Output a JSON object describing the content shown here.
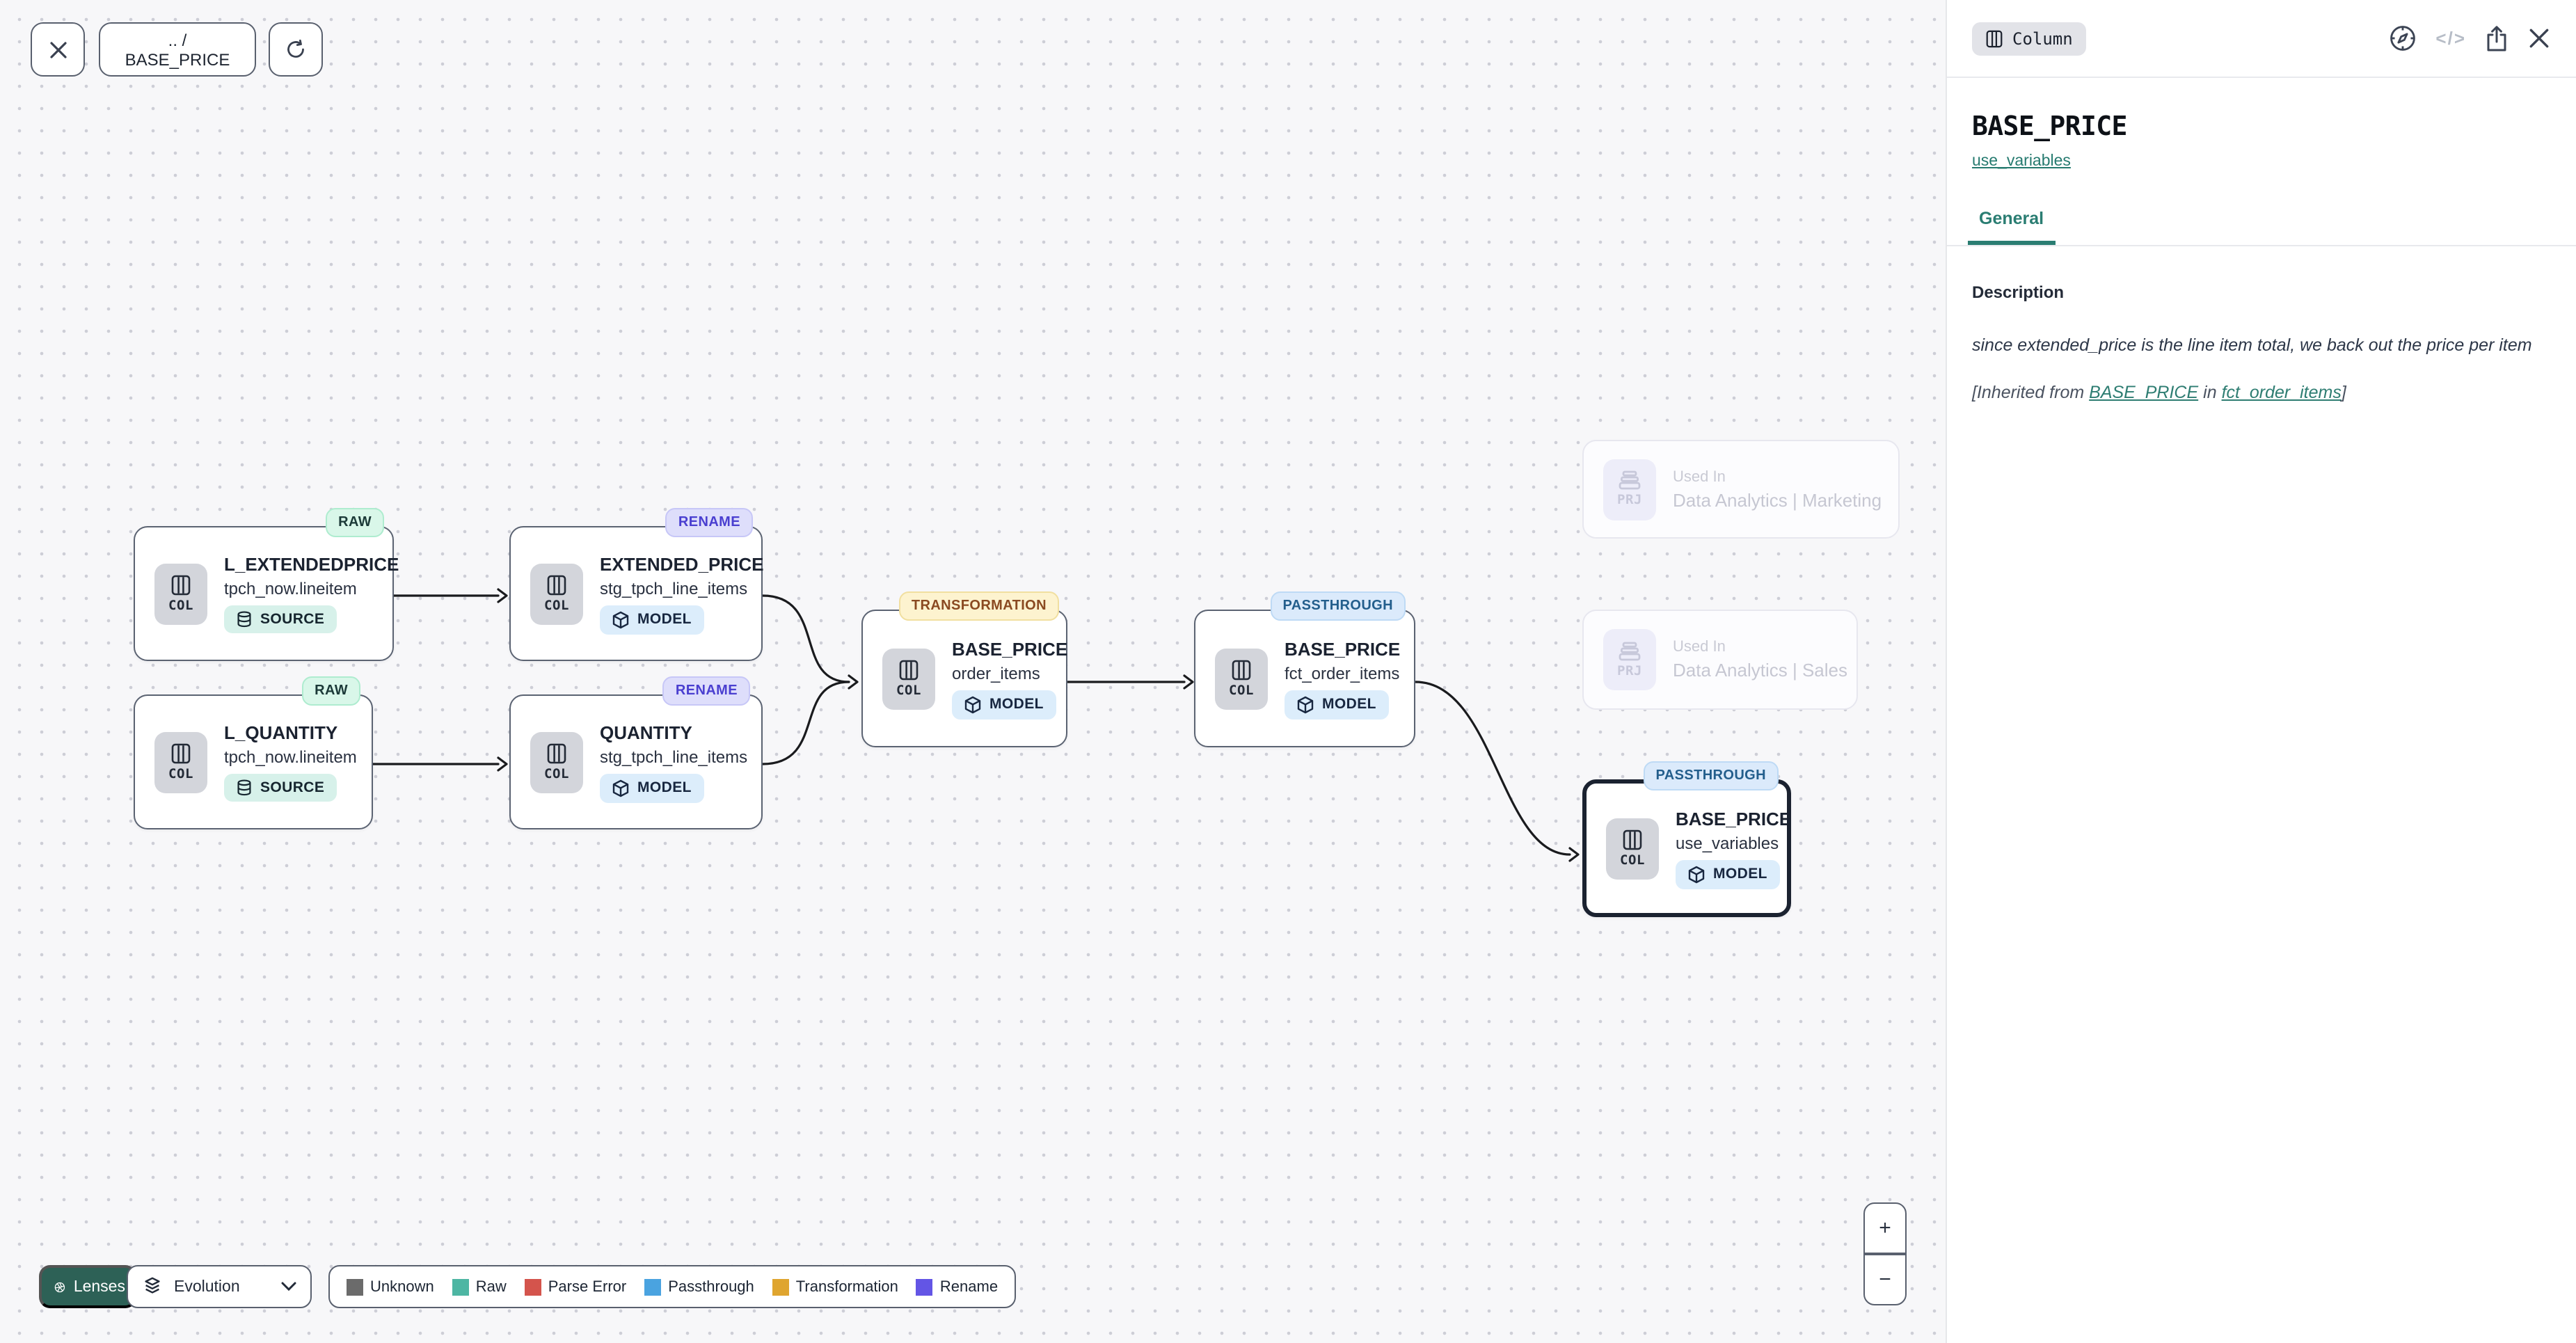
{
  "toolbar": {
    "breadcrumb": ".. / BASE_PRICE"
  },
  "labels": {
    "col": "COL",
    "prj": "PRJ",
    "used_in": "Used In"
  },
  "canvas": {
    "nodes": [
      {
        "title": "L_EXTENDEDPRICE",
        "subtitle": "tpch_now.lineitem",
        "type": "SOURCE",
        "badge": "RAW"
      },
      {
        "title": "L_QUANTITY",
        "subtitle": "tpch_now.lineitem",
        "type": "SOURCE",
        "badge": "RAW"
      },
      {
        "title": "EXTENDED_PRICE",
        "subtitle": "stg_tpch_line_items",
        "type": "MODEL",
        "badge": "RENAME"
      },
      {
        "title": "QUANTITY",
        "subtitle": "stg_tpch_line_items",
        "type": "MODEL",
        "badge": "RENAME"
      },
      {
        "title": "BASE_PRICE",
        "subtitle": "order_items",
        "type": "MODEL",
        "badge": "TRANSFORMATION"
      },
      {
        "title": "BASE_PRICE",
        "subtitle": "fct_order_items",
        "type": "MODEL",
        "badge": "PASSTHROUGH"
      },
      {
        "title": "BASE_PRICE",
        "subtitle": "use_variables",
        "type": "MODEL",
        "badge": "PASSTHROUGH"
      }
    ],
    "used_in": [
      {
        "label": "Used In",
        "project": "Data Analytics | Marketing"
      },
      {
        "label": "Used In",
        "project": "Data Analytics | Sales"
      }
    ]
  },
  "lenses": {
    "button": "Lenses",
    "selected_lens": "Evolution"
  },
  "legend": {
    "items": [
      {
        "label": "Unknown",
        "color": "#6b6b6b"
      },
      {
        "label": "Raw",
        "color": "#4db6a3"
      },
      {
        "label": "Parse Error",
        "color": "#d4544c"
      },
      {
        "label": "Passthrough",
        "color": "#4aa3e0"
      },
      {
        "label": "Transformation",
        "color": "#dfa52f"
      },
      {
        "label": "Rename",
        "color": "#6355e5"
      }
    ]
  },
  "zoom_control": {
    "zoom_in": "+",
    "zoom_out": "−"
  },
  "panel": {
    "entity_type": "Column",
    "title": "BASE_PRICE",
    "model_link": "use_variables",
    "tab_general": "General",
    "description": {
      "label": "Description",
      "text": "since extended_price is the line item total, we back out the price per item",
      "inherited_prefix": "[Inherited from ",
      "inherited_link_column": "BASE_PRICE",
      "inherited_mid": " in ",
      "inherited_link_model": "fct_order_items",
      "inherited_suffix": "]"
    },
    "icons": {
      "code": "</>"
    }
  },
  "colors": {
    "accent_teal": "#2a7d72",
    "lenses_green": "#2d6156",
    "node_border": "#5b6372",
    "selected_border": "#1b2230",
    "edge": "#1a1b1e",
    "badge_raw_bg": "#d9f7e9",
    "badge_rename_bg": "#dedefb",
    "badge_transformation_bg": "#fdf3cf",
    "badge_passthrough_bg": "#dbeafb",
    "source_badge_bg": "#d7f1ea",
    "model_badge_bg": "#dcedfb"
  }
}
